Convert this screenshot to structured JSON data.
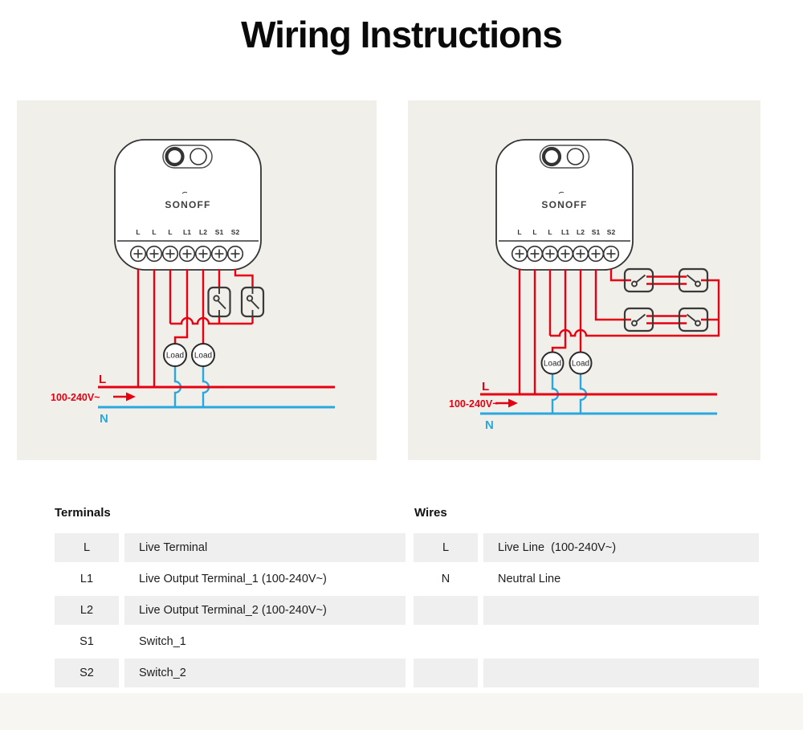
{
  "title": "Wiring Instructions",
  "colors": {
    "red": "#e60012",
    "blue": "#29a8e0",
    "panel_bg": "#f1efe9",
    "table_row_shaded": "#efefef"
  },
  "device": {
    "brand": "SONOFF",
    "terminal_labels": [
      "L",
      "L",
      "L",
      "L1",
      "L2",
      "S1",
      "S2"
    ]
  },
  "diagram": {
    "load_label": "Load",
    "live_label": "L",
    "neutral_label": "N",
    "voltage_label": "100-240V~"
  },
  "terminals_table": {
    "heading": "Terminals",
    "rows": [
      {
        "key": "L",
        "desc": "Live Terminal"
      },
      {
        "key": "L1",
        "desc": "Live Output Terminal_1 (100-240V~)"
      },
      {
        "key": "L2",
        "desc": "Live Output Terminal_2 (100-240V~)"
      },
      {
        "key": "S1",
        "desc": "Switch_1"
      },
      {
        "key": "S2",
        "desc": "Switch_2"
      }
    ]
  },
  "wires_table": {
    "heading": "Wires",
    "rows": [
      {
        "key": "L",
        "desc": "Live Line  (100-240V~)"
      },
      {
        "key": "N",
        "desc": "Neutral Line"
      },
      {
        "key": "",
        "desc": ""
      },
      {
        "key": "",
        "desc": ""
      },
      {
        "key": "",
        "desc": ""
      }
    ]
  }
}
